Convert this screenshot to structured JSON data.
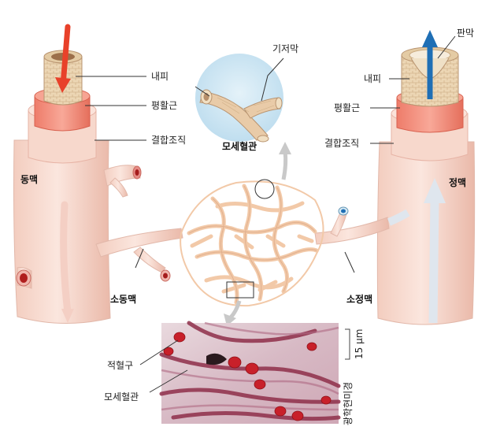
{
  "labels": {
    "inner_lining_left": "내피",
    "smooth_muscle_left": "평활근",
    "connective_left": "결합조직",
    "artery": "동맥",
    "arteriole": "소동맥",
    "basement_membrane": "기저막",
    "capillary_inset": "모세혈관",
    "valve": "판막",
    "inner_lining_right": "내피",
    "smooth_muscle_right": "평활근",
    "connective_right": "결합조직",
    "vein": "정맥",
    "venule": "소정맥",
    "red_blood_cell": "적혈구",
    "capillary_micro": "모세혈관",
    "scale_bar": "15 µm",
    "light_microscope": "광학현미경"
  },
  "colors": {
    "vessel_fill": "#f7dcd3",
    "vessel_edge": "#e2b8aa",
    "muscle": "#f08a78",
    "endothelium": "#e8d2b0",
    "artery_arrow": "#e8412a",
    "vein_arrow": "#1f6fb5",
    "inset_circle": "#cfe6f2",
    "capillary_net": "#f2c9a8"
  }
}
